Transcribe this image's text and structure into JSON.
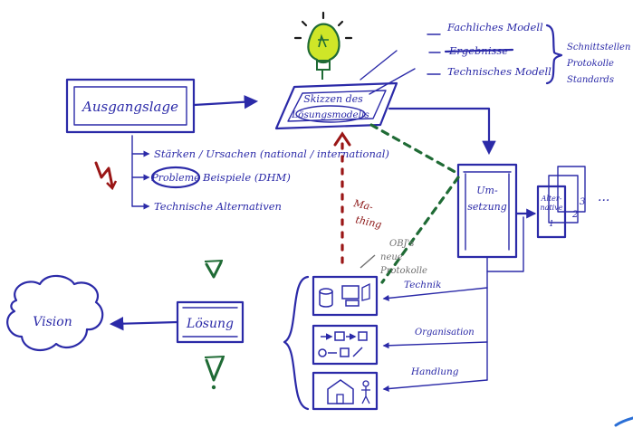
{
  "labels": {
    "ausgangslage": "Ausgangslage",
    "skizzen_line1": "Skizzen des",
    "skizzen_line2": "Lösungsmodells",
    "fachliches_modell": "Fachliches Modell",
    "struck_item": "Ergebnisse",
    "technisches_modell": "Technisches Modell",
    "schnittstellen": "Schnittstellen",
    "protokolle": "Protokolle",
    "standards": "Standards",
    "umsetzung_line1": "Um-",
    "umsetzung_line2": "setzung",
    "alternativ_line1": "Alter-",
    "alternativ_line2": "native",
    "alternativ_line3": "1",
    "stack_2": "2",
    "stack_3": "3",
    "stack_more": "...",
    "bullet_1": "Stärken / Ursachen (national / international)",
    "bullet_2a": "Probleme",
    "bullet_2b": "Beispiele (DHM)",
    "bullet_3": "Technische Alternativen",
    "red_note_1": "Ma-",
    "red_note_2": "thing",
    "gray_note_1": "OBJ's",
    "gray_note_2": "neue",
    "gray_note_3": "Protokolle",
    "technik": "Technik",
    "organisation": "Organisation",
    "handlung": "Handlung",
    "loesung": "Lösung",
    "vision": "Vision"
  },
  "colors": {
    "blue_ink": "#2b2aa8",
    "green_ink": "#1f6b35",
    "red_ink": "#9a1616",
    "yellow_highlight": "#cfe628",
    "gray_ink": "#6f6f6f"
  },
  "icons": {
    "idea": "lightbulb-icon",
    "technik": "computer-and-database-icon",
    "organisation": "process-flow-icon",
    "handlung": "house-and-person-icon",
    "check": "checkmark-icon",
    "red_marker": "red-lightning-mark-icon"
  }
}
